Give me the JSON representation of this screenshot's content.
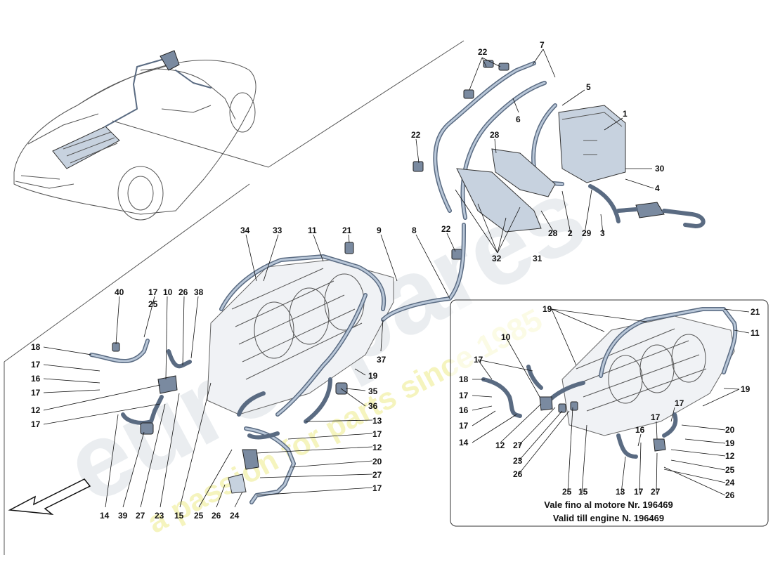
{
  "diagram": {
    "main_callouts": [
      "1",
      "2",
      "3",
      "4",
      "5",
      "6",
      "7",
      "8",
      "9",
      "10",
      "11",
      "12",
      "13",
      "14",
      "15",
      "16",
      "17",
      "18",
      "19",
      "20",
      "21",
      "22",
      "23",
      "24",
      "25",
      "26",
      "27",
      "28",
      "29",
      "30",
      "31",
      "32",
      "33",
      "34",
      "35",
      "36",
      "37",
      "38",
      "39",
      "40"
    ],
    "inset": {
      "note_it": "Vale fino al motore Nr. 196469",
      "note_en": "Valid till engine N. 196469"
    },
    "watermark": {
      "brand": "eurospares",
      "tagline": "a passion for parts since 1985"
    }
  }
}
